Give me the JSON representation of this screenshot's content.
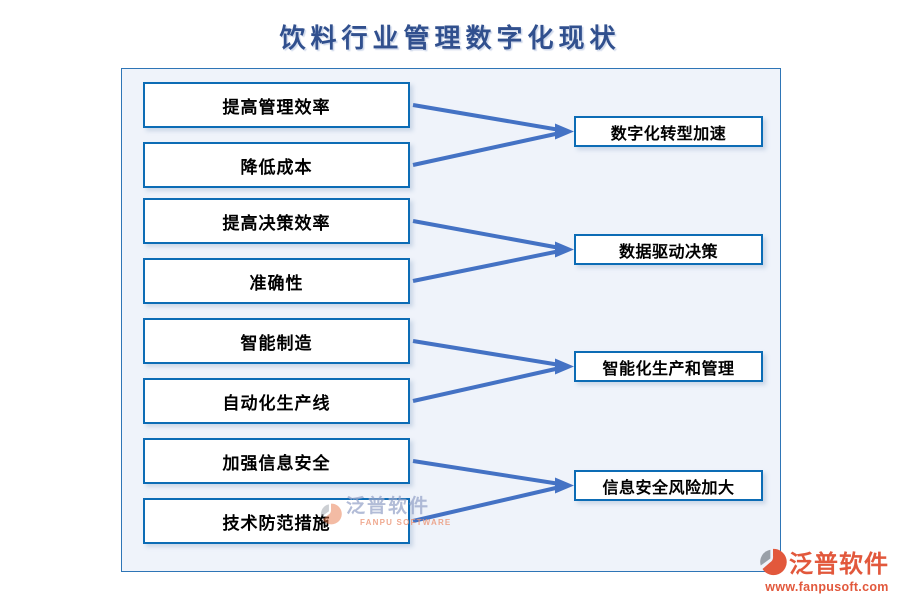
{
  "title": "饮料行业管理数字化现状",
  "diagram": {
    "left_boxes": [
      {
        "label": "提高管理效率"
      },
      {
        "label": "降低成本"
      },
      {
        "label": "提高决策效率"
      },
      {
        "label": "准确性"
      },
      {
        "label": "智能制造"
      },
      {
        "label": "自动化生产线"
      },
      {
        "label": "加强信息安全"
      },
      {
        "label": "技术防范措施"
      }
    ],
    "right_boxes": [
      {
        "label": "数字化转型加速"
      },
      {
        "label": "数据驱动决策"
      },
      {
        "label": "智能化生产和管理"
      },
      {
        "label": "信息安全风险加大"
      }
    ],
    "connections": [
      {
        "from": [
          0,
          1
        ],
        "to": 0
      },
      {
        "from": [
          2,
          3
        ],
        "to": 1
      },
      {
        "from": [
          4,
          5
        ],
        "to": 2
      },
      {
        "from": [
          6,
          7
        ],
        "to": 3
      }
    ]
  },
  "watermark": {
    "brand": "泛普软件",
    "brand_latin": "FANPU SOFTWARE"
  },
  "logo": {
    "brand": "泛普软件",
    "url_text": "www.fanpusoft.com"
  },
  "colors": {
    "box_border": "#0C6CB5",
    "arrow": "#4472C4",
    "frame_border": "#2E75B6",
    "frame_background": "#EFF3FA",
    "title_text": "#31508E",
    "logo_text": "#E2583C"
  }
}
